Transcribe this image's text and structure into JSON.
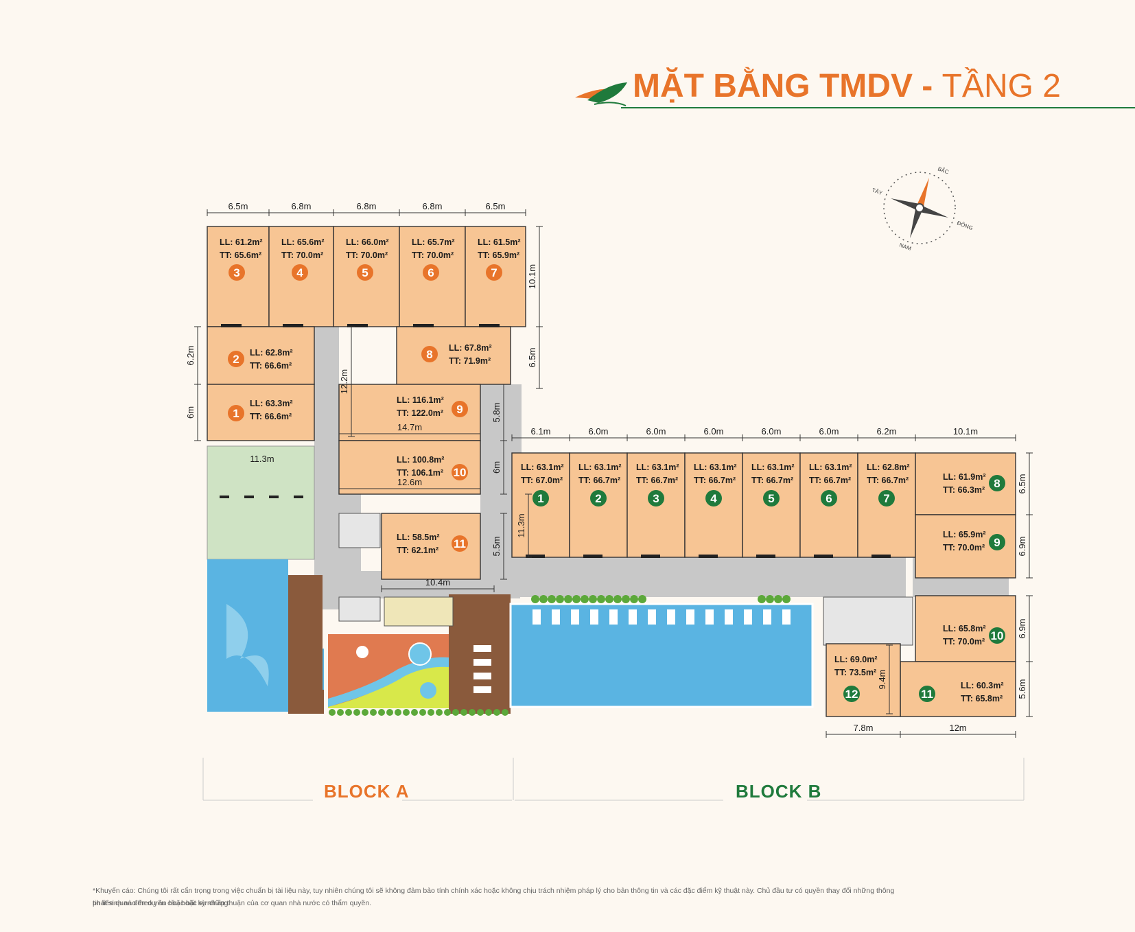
{
  "title": {
    "main": "MẶT BẰNG TMDV",
    "dash": " - ",
    "sub": "TẦNG 2"
  },
  "colors": {
    "orange": "#e8742a",
    "green": "#1f7a3c",
    "unit_fill": "#f7c594",
    "corridor": "#c8c8c8",
    "pool": "#5ab4e2",
    "lawn": "#cfe3c4",
    "deck": "#8a5a3c"
  },
  "compass": {
    "north": "BẮC",
    "south": "NAM",
    "east": "ĐÔNG",
    "west": "TÂY"
  },
  "blocks": {
    "a_label": "BLOCK A",
    "b_label": "BLOCK B"
  },
  "block_a_units": [
    {
      "num": "3",
      "ll": "LL: 61.2m²",
      "tt": "TT: 65.6m²"
    },
    {
      "num": "4",
      "ll": "LL: 65.6m²",
      "tt": "TT: 70.0m²"
    },
    {
      "num": "5",
      "ll": "LL: 66.0m²",
      "tt": "TT: 70.0m²"
    },
    {
      "num": "6",
      "ll": "LL: 65.7m²",
      "tt": "TT: 70.0m²"
    },
    {
      "num": "7",
      "ll": "LL: 61.5m²",
      "tt": "TT: 65.9m²"
    },
    {
      "num": "2",
      "ll": "LL: 62.8m²",
      "tt": "TT: 66.6m²"
    },
    {
      "num": "8",
      "ll": "LL: 67.8m²",
      "tt": "TT: 71.9m²"
    },
    {
      "num": "1",
      "ll": "LL: 63.3m²",
      "tt": "TT: 66.6m²"
    },
    {
      "num": "9",
      "ll": "LL: 116.1m²",
      "tt": "TT: 122.0m²"
    },
    {
      "num": "10",
      "ll": "LL: 100.8m²",
      "tt": "TT: 106.1m²"
    },
    {
      "num": "11",
      "ll": "LL: 58.5m²",
      "tt": "TT: 62.1m²"
    }
  ],
  "block_b_units": [
    {
      "num": "1",
      "ll": "LL: 63.1m²",
      "tt": "TT: 67.0m²"
    },
    {
      "num": "2",
      "ll": "LL: 63.1m²",
      "tt": "TT: 66.7m²"
    },
    {
      "num": "3",
      "ll": "LL: 63.1m²",
      "tt": "TT: 66.7m²"
    },
    {
      "num": "4",
      "ll": "LL: 63.1m²",
      "tt": "TT: 66.7m²"
    },
    {
      "num": "5",
      "ll": "LL: 63.1m²",
      "tt": "TT: 66.7m²"
    },
    {
      "num": "6",
      "ll": "LL: 63.1m²",
      "tt": "TT: 66.7m²"
    },
    {
      "num": "7",
      "ll": "LL: 62.8m²",
      "tt": "TT: 66.7m²"
    },
    {
      "num": "8",
      "ll": "LL: 61.9m²",
      "tt": "TT: 66.3m²"
    },
    {
      "num": "9",
      "ll": "LL: 65.9m²",
      "tt": "TT: 70.0m²"
    },
    {
      "num": "10",
      "ll": "LL: 65.8m²",
      "tt": "TT: 70.0m²"
    },
    {
      "num": "11",
      "ll": "LL: 60.3m²",
      "tt": "TT: 65.8m²"
    },
    {
      "num": "12",
      "ll": "LL: 69.0m²",
      "tt": "TT: 73.5m²"
    }
  ],
  "dimensions": {
    "a_top": [
      "6.5m",
      "6.8m",
      "6.8m",
      "6.8m",
      "6.5m"
    ],
    "a_right_top": "10.1m",
    "a_right_mid": "6.5m",
    "a_left_1": "6.2m",
    "a_left_2": "6m",
    "a_inner_12_2": "12.2m",
    "a_inner_14_7": "14.7m",
    "a_inner_11_3": "11.3m",
    "a_inner_12_6": "12.6m",
    "a_inner_10_4": "10.4m",
    "a_right_5_8": "5.8m",
    "a_right_6": "6m",
    "a_right_5_5": "5.5m",
    "b_top": [
      "6.1m",
      "6.0m",
      "6.0m",
      "6.0m",
      "6.0m",
      "6.0m",
      "6.2m",
      "10.1m"
    ],
    "b_left_11_3": "11.3m",
    "b_right": [
      "6.5m",
      "6.9m",
      "6.9m",
      "5.6m"
    ],
    "b_inner_9_4": "9.4m",
    "b_bottom": [
      "7.8m",
      "12m"
    ]
  },
  "disclaimer": [
    "*Khuyến cáo: Chúng tôi rất cẩn trọng trong việc chuẩn bị tài liệu này, tuy nhiên chúng tôi sẽ không đảm bảo tính chính xác hoặc không chịu trách nhiệm pháp lý cho bản thông tin và các đặc điểm kỹ thuật này. Chủ đầu tư có quyền thay đổi những thông tin liên quan đến dự án hoặc bất kỳ những",
    "phát sinh nào theo yêu cầu hoặc sự chấp thuận của cơ quan nhà nước có thẩm quyền."
  ]
}
